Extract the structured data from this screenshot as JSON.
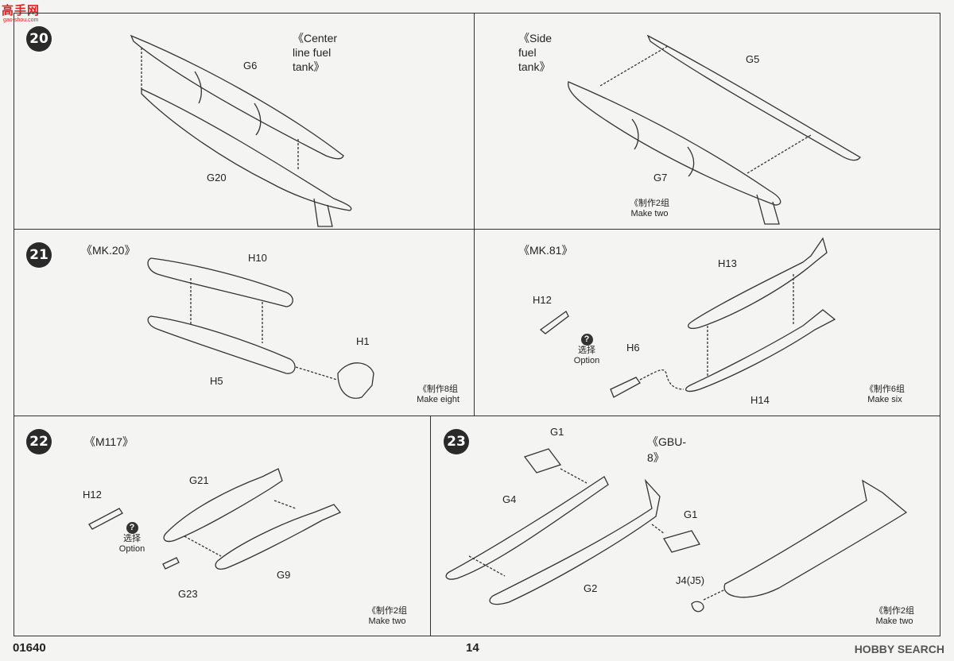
{
  "watermark": {
    "logo": "高手网",
    "url": "gao-shou.com"
  },
  "steps": [
    {
      "num": "20",
      "title": "《Center line fuel tank》",
      "parts": [
        "G6",
        "G20"
      ]
    },
    {
      "num": "",
      "title": "《Side fuel tank》",
      "parts": [
        "G5",
        "G7"
      ],
      "note_cn": "《制作2组",
      "note_en": "Make two"
    },
    {
      "num": "21",
      "title": "《MK.20》",
      "parts": [
        "H10",
        "H1",
        "H5"
      ],
      "note_cn": "《制作8组",
      "note_en": "Make eight"
    },
    {
      "num": "",
      "title": "《MK.81》",
      "parts": [
        "H13",
        "H12",
        "H6",
        "H14"
      ],
      "option_cn": "选择",
      "option_en": "Option",
      "note_cn": "《制作6组",
      "note_en": "Make six"
    },
    {
      "num": "22",
      "title": "《M117》",
      "parts": [
        "G21",
        "H12",
        "G9",
        "G23"
      ],
      "option_cn": "选择",
      "option_en": "Option",
      "note_cn": "《制作2组",
      "note_en": "Make two"
    },
    {
      "num": "23",
      "title": "《GBU-8》",
      "parts": [
        "G1",
        "G4",
        "G1",
        "G2",
        "J4(J5)"
      ],
      "note_cn": "《制作2组",
      "note_en": "Make two"
    }
  ],
  "footer": {
    "kit_code": "01640",
    "page": "14",
    "source": "HOBBY SEARCH"
  },
  "icons": {
    "option": "question-mark-icon"
  }
}
